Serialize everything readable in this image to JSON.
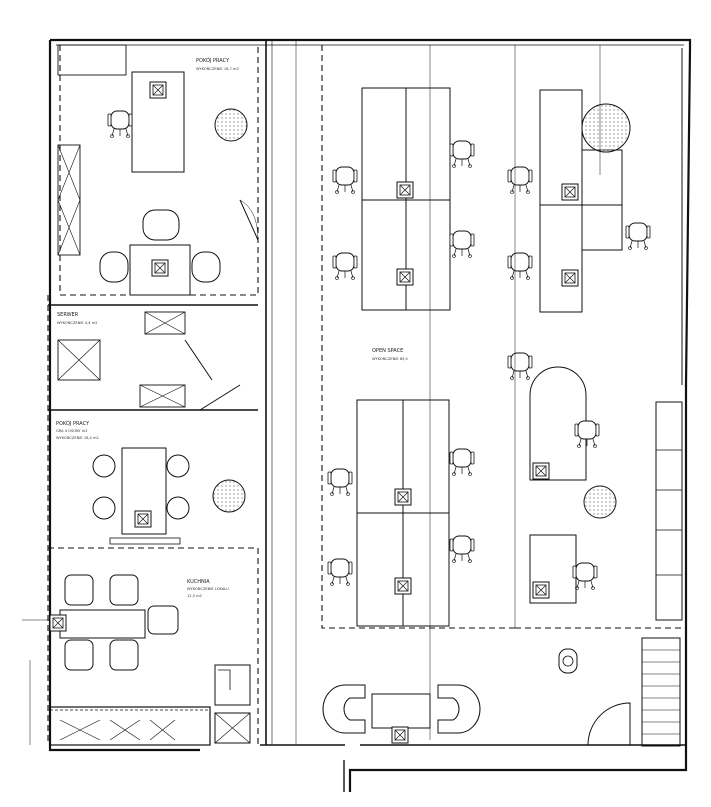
{
  "rooms": {
    "room_manager": {
      "name": "POKÓJ PRACY",
      "sub": "WYKOŃCZENIE 18,7 m2"
    },
    "server": {
      "name": "SERWER",
      "sub": "WYKOŃCZENIE 4,4 m2"
    },
    "meeting": {
      "name": "POKÓJ PRACY",
      "sub1": "GRA 4 OSOBY m2",
      "sub2": "WYKOŃCZENIE 18,4 m2"
    },
    "openspace": {
      "name": "OPEN SPACE",
      "sub": "WYKOŃCZENIE 89,0"
    },
    "kitchen": {
      "name": "KUCHNIA",
      "sub1": "WYKOŃCZENIE LOKALU",
      "sub2": "12,5 m2"
    }
  }
}
